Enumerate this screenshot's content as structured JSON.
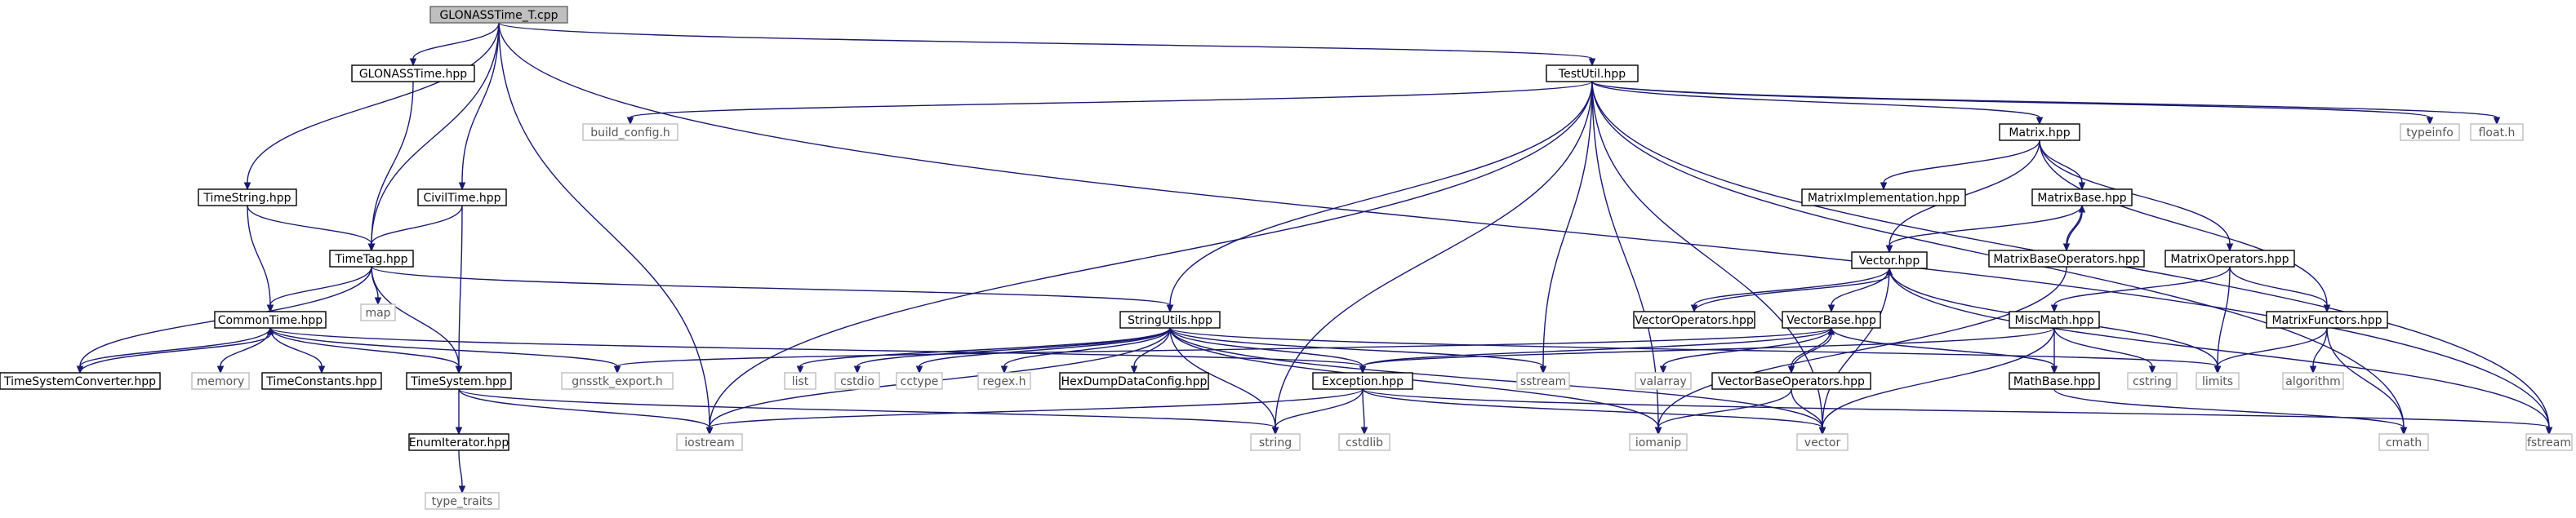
{
  "graph": {
    "nodes": [
      {
        "id": "root",
        "label": "GLONASSTime_T.cpp",
        "kind": "root"
      },
      {
        "id": "glonasstime",
        "label": "GLONASSTime.hpp",
        "kind": "documented"
      },
      {
        "id": "testutil",
        "label": "TestUtil.hpp",
        "kind": "documented"
      },
      {
        "id": "buildconfig",
        "label": "build_config.h",
        "kind": "external"
      },
      {
        "id": "matrix",
        "label": "Matrix.hpp",
        "kind": "documented"
      },
      {
        "id": "typeinfo",
        "label": "typeinfo",
        "kind": "external"
      },
      {
        "id": "floath",
        "label": "float.h",
        "kind": "external"
      },
      {
        "id": "timestring",
        "label": "TimeString.hpp",
        "kind": "documented"
      },
      {
        "id": "civiltime",
        "label": "CivilTime.hpp",
        "kind": "documented"
      },
      {
        "id": "matriximpl",
        "label": "MatrixImplementation.hpp",
        "kind": "documented"
      },
      {
        "id": "matrixbase",
        "label": "MatrixBase.hpp",
        "kind": "documented"
      },
      {
        "id": "timetag",
        "label": "TimeTag.hpp",
        "kind": "documented"
      },
      {
        "id": "map",
        "label": "map",
        "kind": "external"
      },
      {
        "id": "vectorhpp",
        "label": "Vector.hpp",
        "kind": "documented"
      },
      {
        "id": "matrixbaseops",
        "label": "MatrixBaseOperators.hpp",
        "kind": "documented"
      },
      {
        "id": "matrixops",
        "label": "MatrixOperators.hpp",
        "kind": "documented"
      },
      {
        "id": "commontime",
        "label": "CommonTime.hpp",
        "kind": "documented"
      },
      {
        "id": "stringutils",
        "label": "StringUtils.hpp",
        "kind": "documented"
      },
      {
        "id": "vectorops",
        "label": "VectorOperators.hpp",
        "kind": "documented"
      },
      {
        "id": "vectorbase",
        "label": "VectorBase.hpp",
        "kind": "documented"
      },
      {
        "id": "miscmath",
        "label": "MiscMath.hpp",
        "kind": "documented"
      },
      {
        "id": "matrixfunctors",
        "label": "MatrixFunctors.hpp",
        "kind": "documented"
      },
      {
        "id": "tsconverter",
        "label": "TimeSystemConverter.hpp",
        "kind": "documented"
      },
      {
        "id": "memory",
        "label": "memory",
        "kind": "external"
      },
      {
        "id": "timeconstants",
        "label": "TimeConstants.hpp",
        "kind": "documented"
      },
      {
        "id": "timesystem",
        "label": "TimeSystem.hpp",
        "kind": "documented"
      },
      {
        "id": "gnsstkexport",
        "label": "gnsstk_export.h",
        "kind": "external"
      },
      {
        "id": "list",
        "label": "list",
        "kind": "external"
      },
      {
        "id": "cstdio",
        "label": "cstdio",
        "kind": "external"
      },
      {
        "id": "cctype",
        "label": "cctype",
        "kind": "external"
      },
      {
        "id": "regexh",
        "label": "regex.h",
        "kind": "external"
      },
      {
        "id": "hexdump",
        "label": "HexDumpDataConfig.hpp",
        "kind": "documented"
      },
      {
        "id": "exception",
        "label": "Exception.hpp",
        "kind": "documented"
      },
      {
        "id": "sstream",
        "label": "sstream",
        "kind": "external"
      },
      {
        "id": "valarray",
        "label": "valarray",
        "kind": "external"
      },
      {
        "id": "vectorbaseops",
        "label": "VectorBaseOperators.hpp",
        "kind": "documented"
      },
      {
        "id": "mathbase",
        "label": "MathBase.hpp",
        "kind": "documented"
      },
      {
        "id": "cstring",
        "label": "cstring",
        "kind": "external"
      },
      {
        "id": "limits",
        "label": "limits",
        "kind": "external"
      },
      {
        "id": "algorithm",
        "label": "algorithm",
        "kind": "external"
      },
      {
        "id": "enumiterator",
        "label": "EnumIterator.hpp",
        "kind": "documented"
      },
      {
        "id": "iostream",
        "label": "iostream",
        "kind": "external"
      },
      {
        "id": "string",
        "label": "string",
        "kind": "external"
      },
      {
        "id": "cstdlib",
        "label": "cstdlib",
        "kind": "external"
      },
      {
        "id": "iomanip",
        "label": "iomanip",
        "kind": "external"
      },
      {
        "id": "vector",
        "label": "vector",
        "kind": "external"
      },
      {
        "id": "cmath",
        "label": "cmath",
        "kind": "external"
      },
      {
        "id": "fstream",
        "label": "fstream",
        "kind": "external"
      },
      {
        "id": "typetraits",
        "label": "type_traits",
        "kind": "external"
      }
    ],
    "edges": [
      [
        "root",
        "glonasstime"
      ],
      [
        "root",
        "testutil"
      ],
      [
        "root",
        "timestring"
      ],
      [
        "root",
        "civiltime"
      ],
      [
        "root",
        "timetag"
      ],
      [
        "root",
        "iostream"
      ],
      [
        "root",
        "fstream"
      ],
      [
        "glonasstime",
        "timetag"
      ],
      [
        "civiltime",
        "timetag"
      ],
      [
        "civiltime",
        "timesystem"
      ],
      [
        "timestring",
        "timetag"
      ],
      [
        "timestring",
        "commontime"
      ],
      [
        "timetag",
        "map"
      ],
      [
        "timetag",
        "commontime"
      ],
      [
        "timetag",
        "timesystem"
      ],
      [
        "timetag",
        "stringutils"
      ],
      [
        "timetag",
        "tsconverter"
      ],
      [
        "commontime",
        "tsconverter"
      ],
      [
        "tsconverter",
        "commontime"
      ],
      [
        "commontime",
        "memory"
      ],
      [
        "commontime",
        "timeconstants"
      ],
      [
        "commontime",
        "timesystem"
      ],
      [
        "commontime",
        "gnsstkexport"
      ],
      [
        "commontime",
        "exception"
      ],
      [
        "timesystem",
        "enumiterator"
      ],
      [
        "timesystem",
        "iostream"
      ],
      [
        "timesystem",
        "string"
      ],
      [
        "enumiterator",
        "typetraits"
      ],
      [
        "testutil",
        "buildconfig"
      ],
      [
        "testutil",
        "matrix"
      ],
      [
        "testutil",
        "typeinfo"
      ],
      [
        "testutil",
        "floath"
      ],
      [
        "testutil",
        "fstream"
      ],
      [
        "testutil",
        "stringutils"
      ],
      [
        "testutil",
        "iostream"
      ],
      [
        "testutil",
        "string"
      ],
      [
        "testutil",
        "sstream"
      ],
      [
        "testutil",
        "iomanip"
      ],
      [
        "testutil",
        "vector"
      ],
      [
        "testutil",
        "cmath"
      ],
      [
        "matrix",
        "matriximpl"
      ],
      [
        "matrix",
        "matrixbase"
      ],
      [
        "matrix",
        "matrixops"
      ],
      [
        "matrix",
        "vectorhpp"
      ],
      [
        "matrix",
        "matrixfunctors"
      ],
      [
        "matrixbase",
        "vectorhpp"
      ],
      [
        "matrixbase",
        "matrixbaseops"
      ],
      [
        "matrixbaseops",
        "matrixbase"
      ],
      [
        "matrixbaseops",
        "iomanip"
      ],
      [
        "matrixops",
        "matrixfunctors"
      ],
      [
        "matrixops",
        "miscmath"
      ],
      [
        "matrixops",
        "limits"
      ],
      [
        "matrixfunctors",
        "limits"
      ],
      [
        "matrixfunctors",
        "algorithm"
      ],
      [
        "matrixfunctors",
        "cmath"
      ],
      [
        "vectorhpp",
        "vectorops"
      ],
      [
        "vectorops",
        "vectorhpp"
      ],
      [
        "vectorhpp",
        "vectorbase"
      ],
      [
        "vectorhpp",
        "vector"
      ],
      [
        "vectorhpp",
        "limits"
      ],
      [
        "vectorhpp",
        "fstream"
      ],
      [
        "vectorbase",
        "vectorbaseops"
      ],
      [
        "vectorbaseops",
        "vectorbase"
      ],
      [
        "vectorbase",
        "valarray"
      ],
      [
        "vectorbase",
        "exception"
      ],
      [
        "vectorbase",
        "mathbase"
      ],
      [
        "vectorbase",
        "gnsstkexport"
      ],
      [
        "vectorbaseops",
        "iomanip"
      ],
      [
        "vectorbaseops",
        "vector"
      ],
      [
        "miscmath",
        "exception"
      ],
      [
        "miscmath",
        "mathbase"
      ],
      [
        "miscmath",
        "cstring"
      ],
      [
        "miscmath",
        "vector"
      ],
      [
        "mathbase",
        "cmath"
      ],
      [
        "stringutils",
        "list"
      ],
      [
        "stringutils",
        "cstdio"
      ],
      [
        "stringutils",
        "cctype"
      ],
      [
        "stringutils",
        "regexh"
      ],
      [
        "stringutils",
        "hexdump"
      ],
      [
        "stringutils",
        "exception"
      ],
      [
        "stringutils",
        "sstream"
      ],
      [
        "stringutils",
        "iostream"
      ],
      [
        "stringutils",
        "string"
      ],
      [
        "stringutils",
        "iomanip"
      ],
      [
        "stringutils",
        "vector"
      ],
      [
        "stringutils",
        "limits"
      ],
      [
        "exception",
        "iostream"
      ],
      [
        "exception",
        "string"
      ],
      [
        "exception",
        "cstdlib"
      ],
      [
        "exception",
        "vector"
      ],
      [
        "exception",
        "fstream"
      ]
    ]
  }
}
